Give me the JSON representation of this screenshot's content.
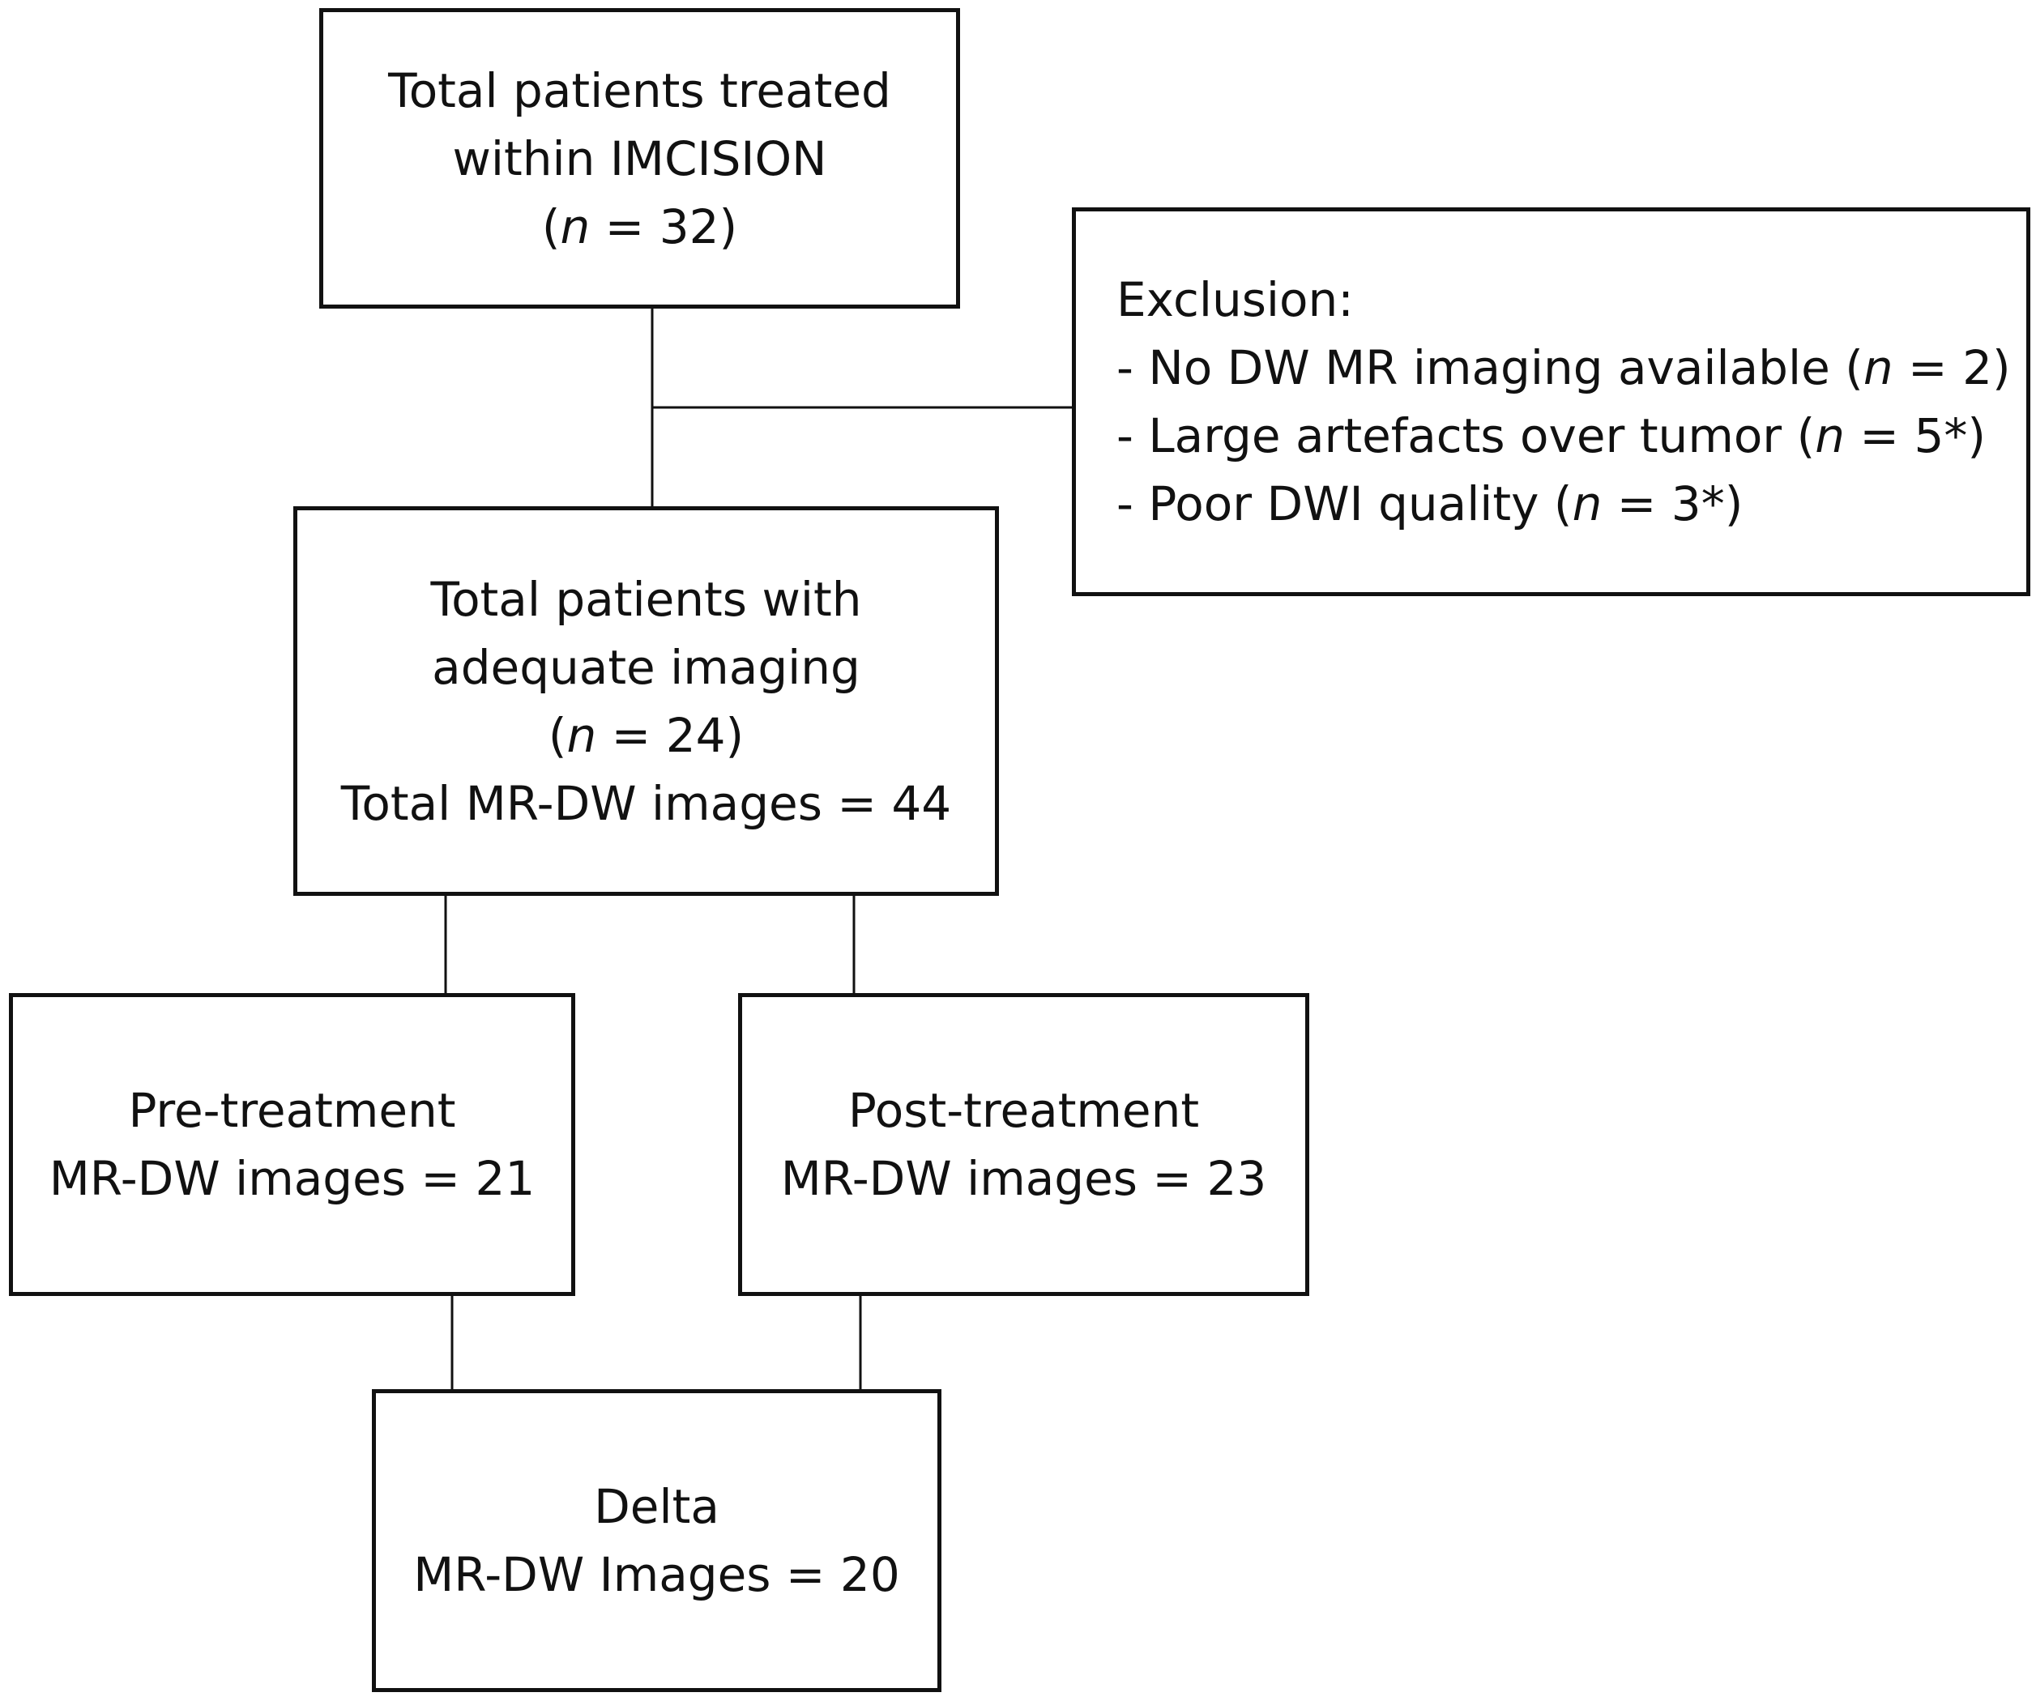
{
  "diagram": {
    "total": {
      "line1": "Total patients treated",
      "line2": "within IMCISION",
      "count_pre": "(",
      "count_var": "n",
      "count_post": " = 32)"
    },
    "exclusion": {
      "heading": "Exclusion:",
      "items": [
        {
          "pre": "- No DW MR imaging available (",
          "var": "n",
          "post": " = 2)"
        },
        {
          "pre": "- Large artefacts over tumor (",
          "var": "n",
          "post": " = 5*)"
        },
        {
          "pre": "- Poor DWI quality (",
          "var": "n",
          "post": " = 3*)"
        }
      ]
    },
    "adequate": {
      "line1": "Total patients with",
      "line2": "adequate imaging",
      "count_pre": "(",
      "count_var": "n",
      "count_post": " = 24)",
      "line4": "Total MR-DW images = 44"
    },
    "pre": {
      "line1": "Pre-treatment",
      "line2": "MR-DW images = 21"
    },
    "post": {
      "line1": "Post-treatment",
      "line2": "MR-DW images = 23"
    },
    "delta": {
      "line1": "Delta",
      "line2": "MR-DW Images = 20"
    }
  }
}
